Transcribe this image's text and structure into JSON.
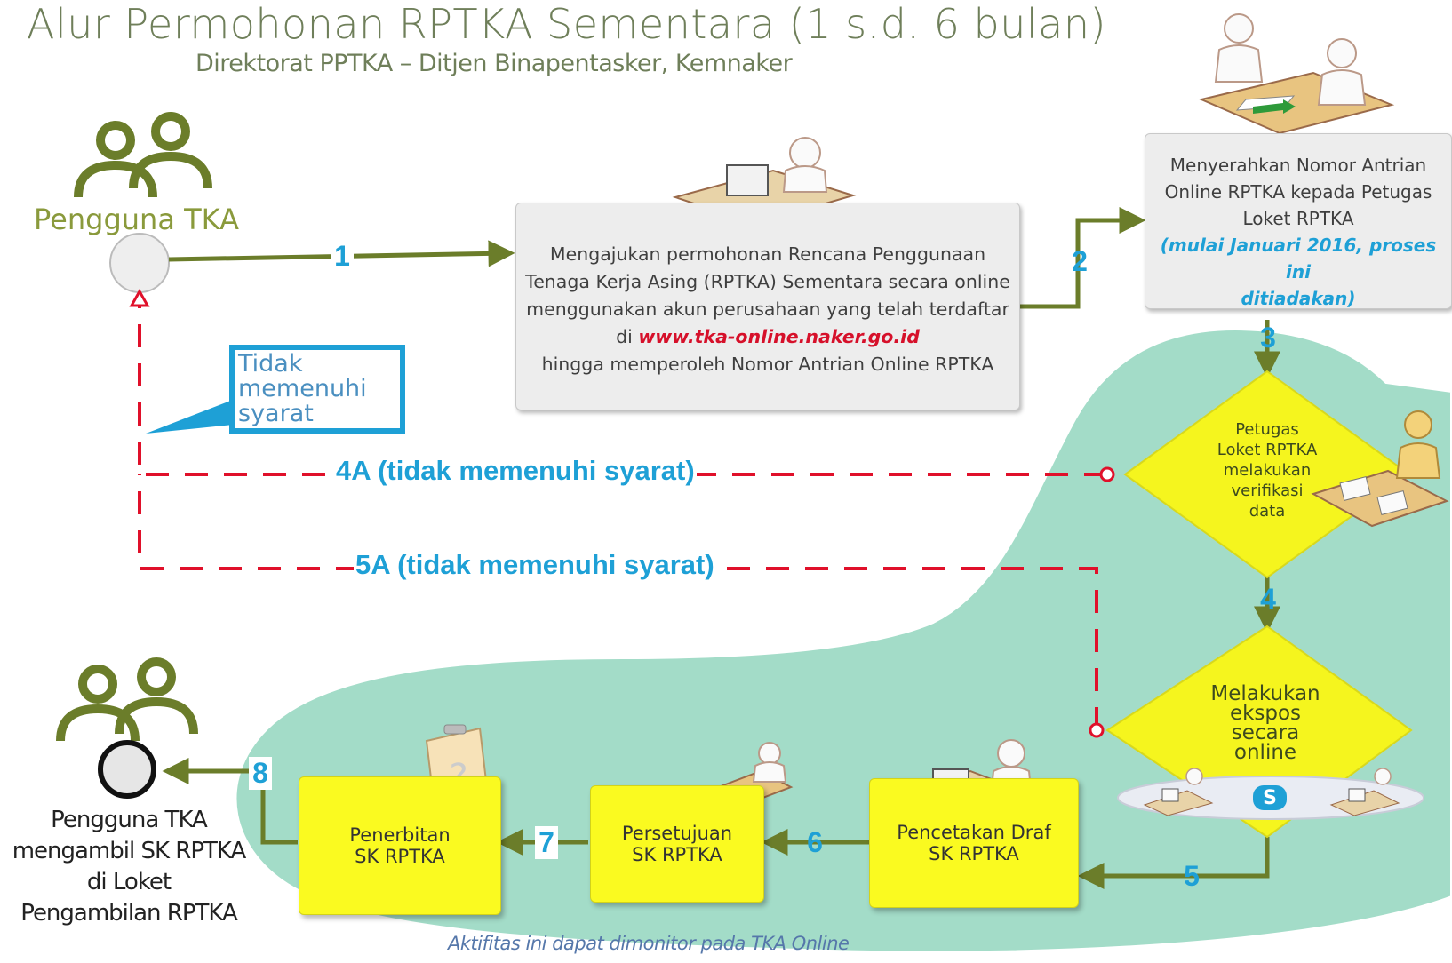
{
  "title": "Alur Permohonan RPTKA Sementara (1 s.d. 6 bulan)",
  "subtitle": "Direktorat PPTKA – Ditjen Binapentasker, Kemnaker",
  "actor_start": "Pengguna TKA",
  "actor_end_lines": [
    "Pengguna TKA",
    "mengambil SK RPTKA",
    "di Loket",
    "Pengambilan RPTKA"
  ],
  "step1_box": {
    "lines": [
      "Mengajukan permohonan Rencana Penggunaan",
      "Tenaga Kerja Asing (RPTKA) Sementara secara online",
      "menggunakan akun perusahaan yang telah terdaftar"
    ],
    "prefix": "di ",
    "link": "www.tka-online.naker.go.id",
    "last_line": "hingga memperoleh Nomor Antrian Online RPTKA"
  },
  "step2_box": {
    "lines": [
      "Menyerahkan Nomor Antrian",
      "Online RPTKA kepada Petugas",
      "Loket RPTKA"
    ],
    "note_lines": [
      "(mulai Januari 2016, proses ini",
      "ditiadakan)"
    ]
  },
  "callout_lines": [
    "Tidak",
    "memenuhi",
    "syarat"
  ],
  "decision_verify_lines": [
    "Petugas",
    "Loket RPTKA",
    "melakukan",
    "verifikasi",
    "data"
  ],
  "decision_expose_lines": [
    "Melakukan",
    "ekspos",
    "secara",
    "online"
  ],
  "box_cetak": [
    "Pencetakan Draf",
    "SK RPTKA"
  ],
  "box_setuju": [
    "Persetujuan",
    "SK RPTKA"
  ],
  "box_terbit": [
    "Penerbitan",
    "SK RPTKA"
  ],
  "steps": {
    "s1": "1",
    "s2": "2",
    "s3": "3",
    "s4": "4",
    "s5": "5",
    "s6": "6",
    "s7": "7",
    "s8": "8"
  },
  "reject_4a": "4A (tidak memenuhi syarat)",
  "reject_5a": "5A (tidak memenuhi syarat)",
  "monitor_note": "Aktifitas ini dapat dimonitor pada TKA Online",
  "colors": {
    "flow": "#6b7d2a",
    "reject": "#e0102a",
    "number": "#1ea0d6",
    "region": "#a3dcc8",
    "decision": "#f5f51e",
    "actor": "#6b7d2a"
  }
}
